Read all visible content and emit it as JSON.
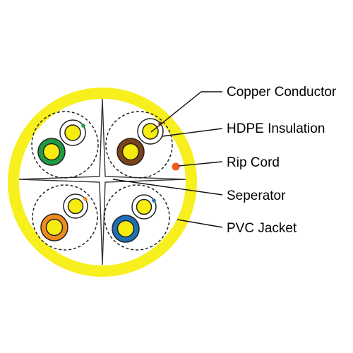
{
  "labels": {
    "copper_conductor": "Copper Conductor",
    "hdpe_insulation": "HDPE Insulation",
    "rip_cord": "Rip Cord",
    "separator": "Seperator",
    "pvc_jacket": "PVC Jacket"
  },
  "colors": {
    "jacket": "#f7ef1e",
    "conductor": "#f6ec10",
    "pair_green": "#1f9b45",
    "pair_brown": "#7b4319",
    "pair_orange": "#f08a1f",
    "pair_blue": "#1f6fb7",
    "rip_cord": "#ee5a1e",
    "outline": "#222222"
  },
  "pairs": [
    {
      "quadrant": "top-left",
      "color_stripe": "green"
    },
    {
      "quadrant": "top-right",
      "color_stripe": "brown"
    },
    {
      "quadrant": "bottom-left",
      "color_stripe": "orange"
    },
    {
      "quadrant": "bottom-right",
      "color_stripe": "blue"
    }
  ]
}
